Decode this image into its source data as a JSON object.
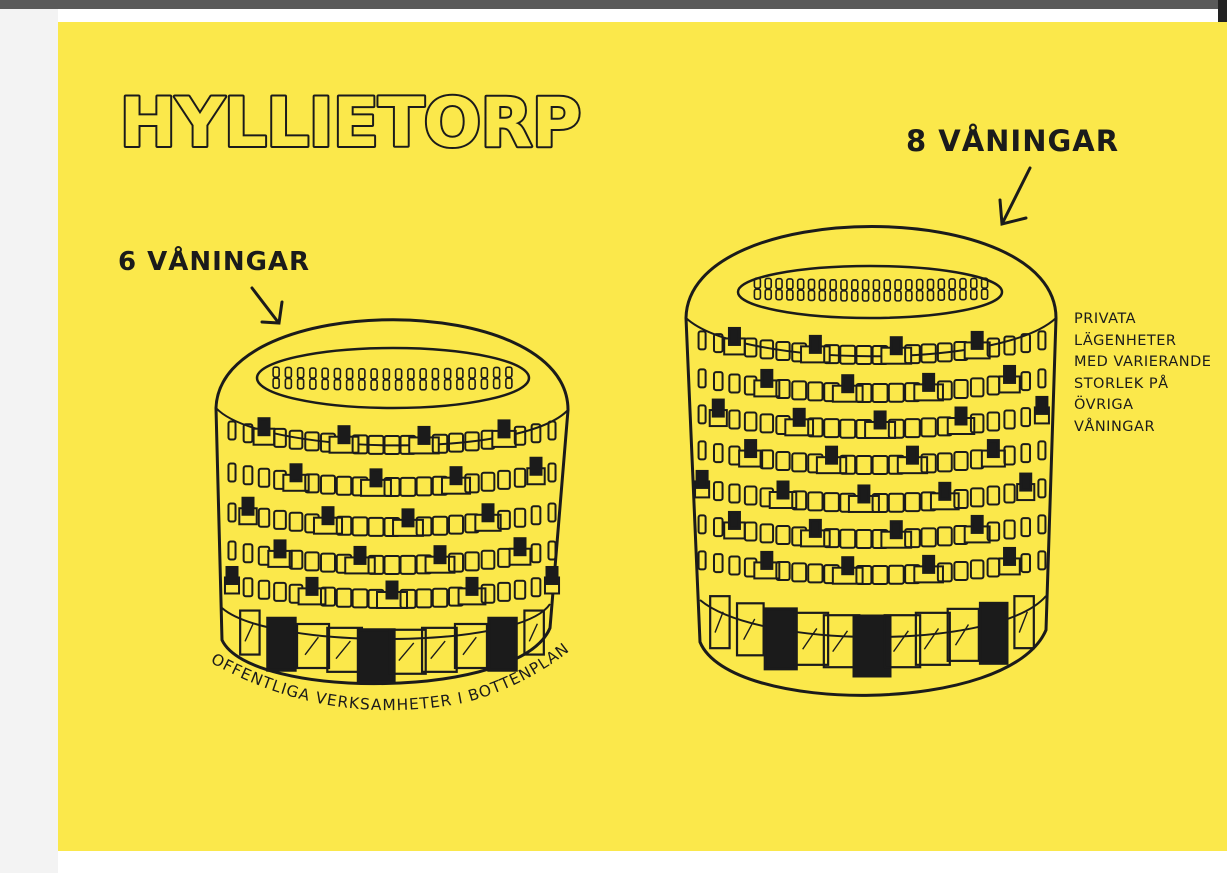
{
  "title": "HYLLIETORP",
  "label_6": "6 VÅNINGAR",
  "label_8": "8 VÅNINGAR",
  "side_note_lines": [
    "PRIVATA",
    "LÄGENHETER",
    "MED VARIERANDE",
    "STORLEK PÅ",
    "ÖVRIGA",
    "VÅNINGAR"
  ],
  "ground_note": "OFFENTLIGA VERKSAMHETER I BOTTENPLAN",
  "colors": {
    "paper": "#fbe84b",
    "ink": "#1b1b1b"
  }
}
